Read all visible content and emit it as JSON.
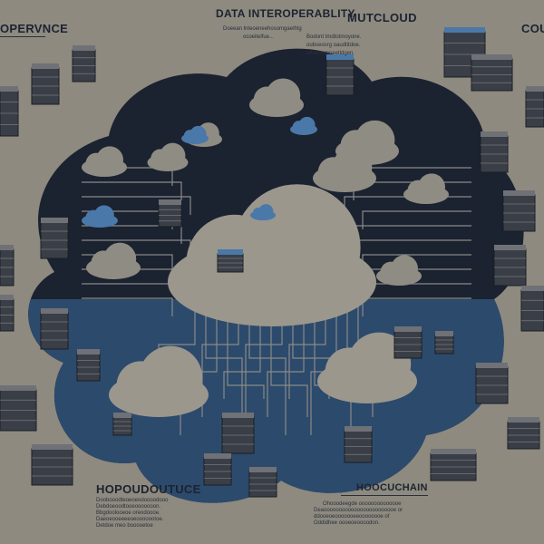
{
  "headings": {
    "top_left": "OPERVNCE",
    "top_center": "DATA INTEROPERABLITY",
    "top_center_sub": [
      "Doeean lnteoeneehosomgaethlg",
      "ocoeitelfue..."
    ],
    "top_right": "MUTCLOUD",
    "top_right_items": [
      "Bodont tmdtotmoyone.",
      "oubseosrg oaudtitdoe.",
      "attdeoomoeetldgen."
    ],
    "far_right": "COU",
    "bottom_left": "HOPOUDOUTUCE",
    "bottom_left_items": [
      "Doobooodteoeoeodoooodooo",
      "Debdoeoodtooeooooooon.",
      "Bbgdoolooeoe oreodoooe.",
      "Daeoeooeeeeoeooooootoe.",
      "Detdoe meo booooetoe"
    ],
    "bottom_right": "HOOCUCHAIN",
    "bottom_right_items": [
      "Ohooodeegde oooooooooooooe",
      "Deaoooooooooooooooooooooooe or",
      "ddooeoeooooooeeoooooooe of",
      "Oddidhee oooeoeoooodon."
    ]
  },
  "colors": {
    "background": "#8e8a80",
    "cloud_dark": "#1b2230",
    "cloud_blue": "#2c4a6c",
    "inner_cloud": "#9b978d",
    "accent_blue": "#4a78a8",
    "line": "#2a303a"
  }
}
